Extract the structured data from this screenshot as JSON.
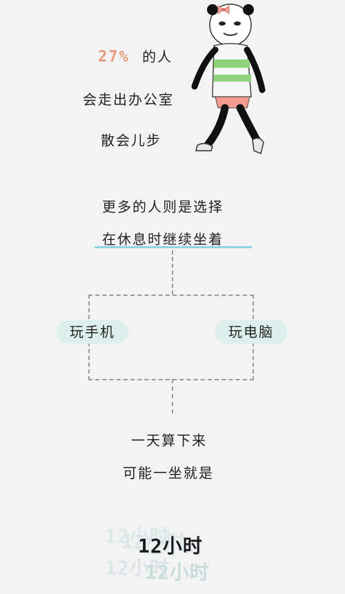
{
  "intro": {
    "percent": "27%",
    "line1_rest": "的人",
    "line2": "会走出办公室",
    "line3": "散会儿步"
  },
  "middle": {
    "line1": "更多的人则是选择",
    "line2": "在休息时继续坐着"
  },
  "options": {
    "left": "玩手机",
    "right": "玩电脑"
  },
  "bottom": {
    "line1": "一天算下来",
    "line2": "可能一坐就是"
  },
  "hours": {
    "main": "12小时",
    "echo_top": "12小时",
    "echo_bottom": "12小时"
  },
  "colors": {
    "percent": "#e79a7a",
    "underline": "#8fd4e6",
    "pill": "#dcefea",
    "shirt_stripe": "#8ed27a"
  }
}
